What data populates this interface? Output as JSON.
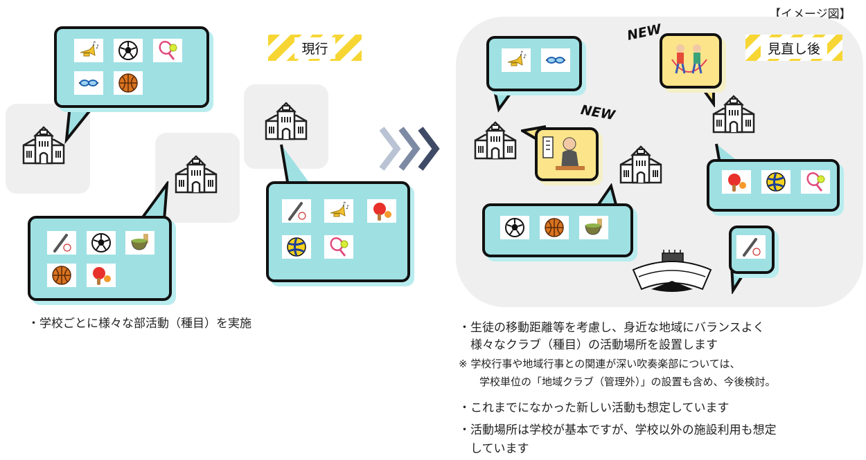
{
  "corner_label": "【イメージ図】",
  "current_tag": "現行",
  "revised_tag": "見直し後",
  "new_badge_1": "NEW",
  "new_badge_2": "NEW",
  "left_notes": [
    "・学校ごとに様々な部活動（種目）を実施"
  ],
  "right_notes": [
    "・生徒の移動距離等を考慮し、身近な地域にバランスよく",
    "　様々なクラブ（種目）の活動場所を設置します",
    "・これまでになかった新しい活動も想定しています",
    "・活動場所は学校が基本ですが、学校以外の施設利用も想定",
    "　しています"
  ],
  "footnote": [
    "※ 学校行事や地域行事との関連が深い吹奏楽部については、",
    "　　学校単位の「地域クラブ（管理外）」の設置も含め、今後検討。"
  ],
  "icons": {
    "trumpet": "trumpet-icon",
    "soccer": "soccer-ball-icon",
    "tennis": "tennis-racket-icon",
    "goggles": "swim-goggles-icon",
    "basketball": "basketball-icon",
    "baseball": "baseball-bat-icon",
    "pingpong": "table-tennis-icon",
    "volleyball": "volleyball-icon",
    "tea": "tea-bowl-icon",
    "school": "school-building-icon",
    "stadium": "stadium-icon",
    "jumprope": "jump-rope-icon",
    "rakugo": "rakugo-performer-icon"
  },
  "colors": {
    "bubble": "#9fe0e3",
    "tag_stripe": "#f7d633",
    "arrow": "#4a5a78"
  }
}
